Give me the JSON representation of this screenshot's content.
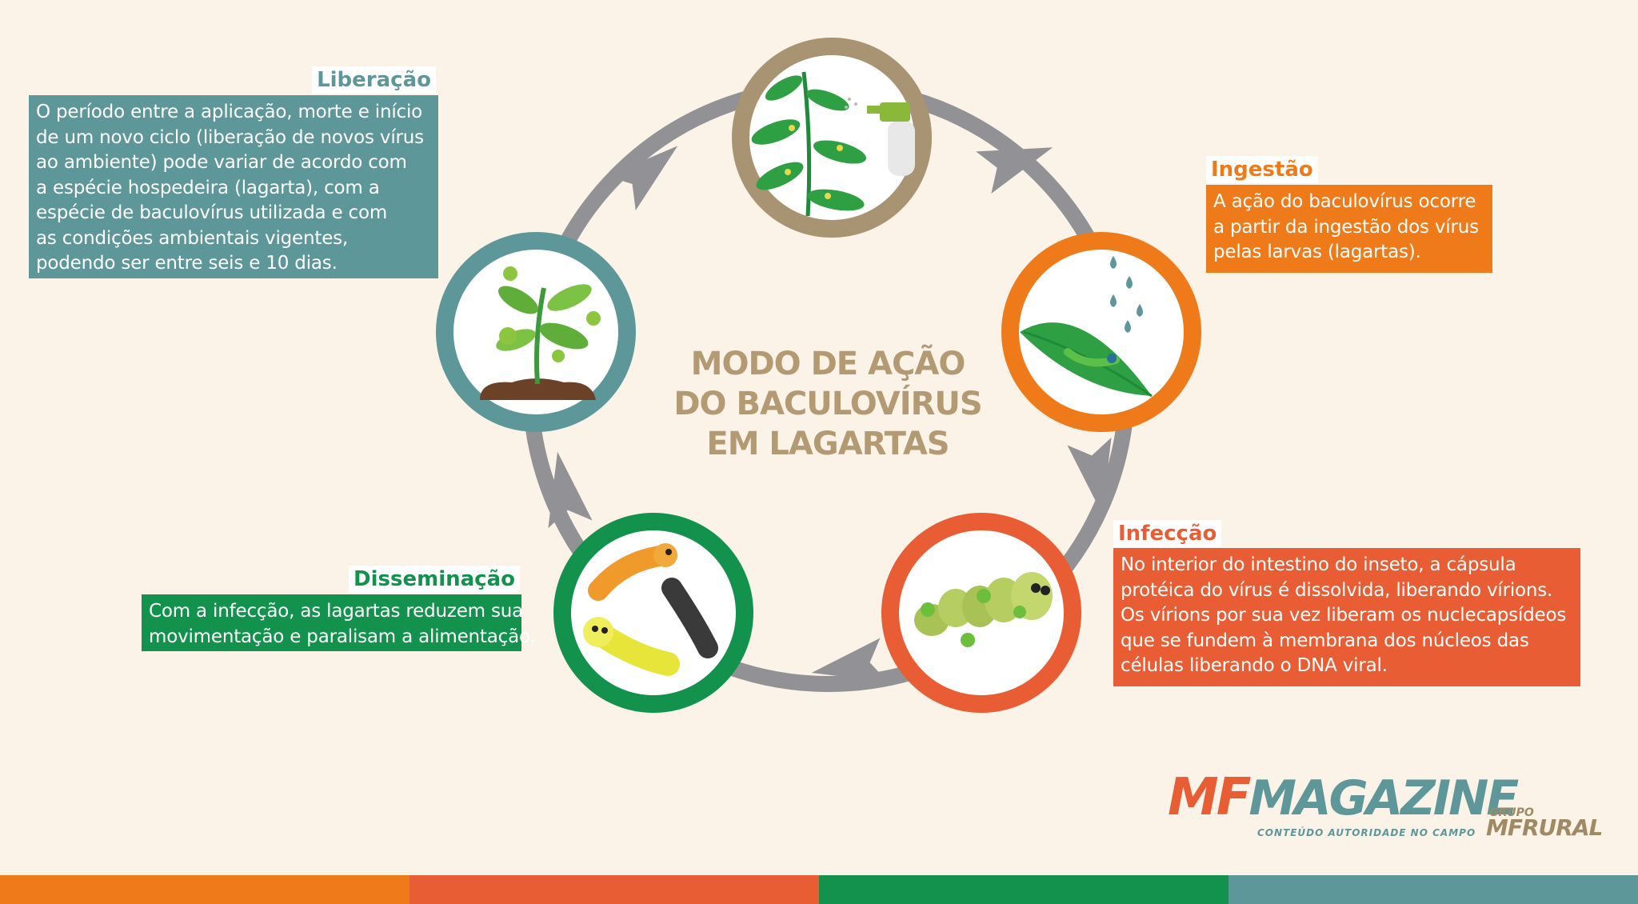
{
  "title": {
    "line1": "MODO DE AÇÃO",
    "line2": "DO BACULOVÍRUS",
    "line3": "EM LAGARTAS"
  },
  "stages": {
    "liberacao": {
      "heading": "Liberação",
      "lines": [
        "O período entre a aplicação, morte e início",
        "de um novo ciclo (liberação de novos vírus",
        "ao ambiente) pode variar de acordo com",
        "a espécie hospedeira (lagarta), com a",
        "espécie de baculovírus utilizada e com",
        "as condições ambientais vigentes,",
        "podendo ser entre seis e 10 dias."
      ]
    },
    "ingestao": {
      "heading": "Ingestão",
      "lines": [
        "A ação do baculovírus ocorre",
        "a partir da ingestão dos vírus",
        "pelas larvas (lagartas)."
      ]
    },
    "infeccao": {
      "heading": "Infecção",
      "lines": [
        "No interior do intestino do inseto, a cápsula",
        "protéica do vírus é dissolvida, liberando vírions.",
        "Os vírions por sua vez liberam os nuclecapsídeos",
        "que se fundem à membrana dos núcleos das",
        "células liberando o DNA viral."
      ]
    },
    "disseminacao": {
      "heading": "Disseminação",
      "lines": [
        "Com a infecção, as lagartas reduzem sua",
        "movimentação e paralisam a alimentação."
      ]
    }
  },
  "brand": {
    "mf": "MF",
    "magazine": "MAGAZINE",
    "tagline": "CONTEÚDO AUTORIDADE NO CAMPO",
    "group_small": "GRUPO",
    "group_big": "MFRURAL"
  },
  "colors": {
    "background": "#fbf2e8",
    "sand": "#a89472",
    "orange": "#ef7a1a",
    "red_orange": "#e85d33",
    "green": "#13924d",
    "teal": "#5e9799",
    "arrow": "#929296",
    "title": "#b39a72"
  },
  "icons": {
    "top": "plant-spray-icon",
    "right": "leaf-caterpillar-drops-icon",
    "bottom_right": "infected-caterpillar-icon",
    "bottom_left": "caterpillars-icon",
    "left": "seedling-virus-icon"
  }
}
